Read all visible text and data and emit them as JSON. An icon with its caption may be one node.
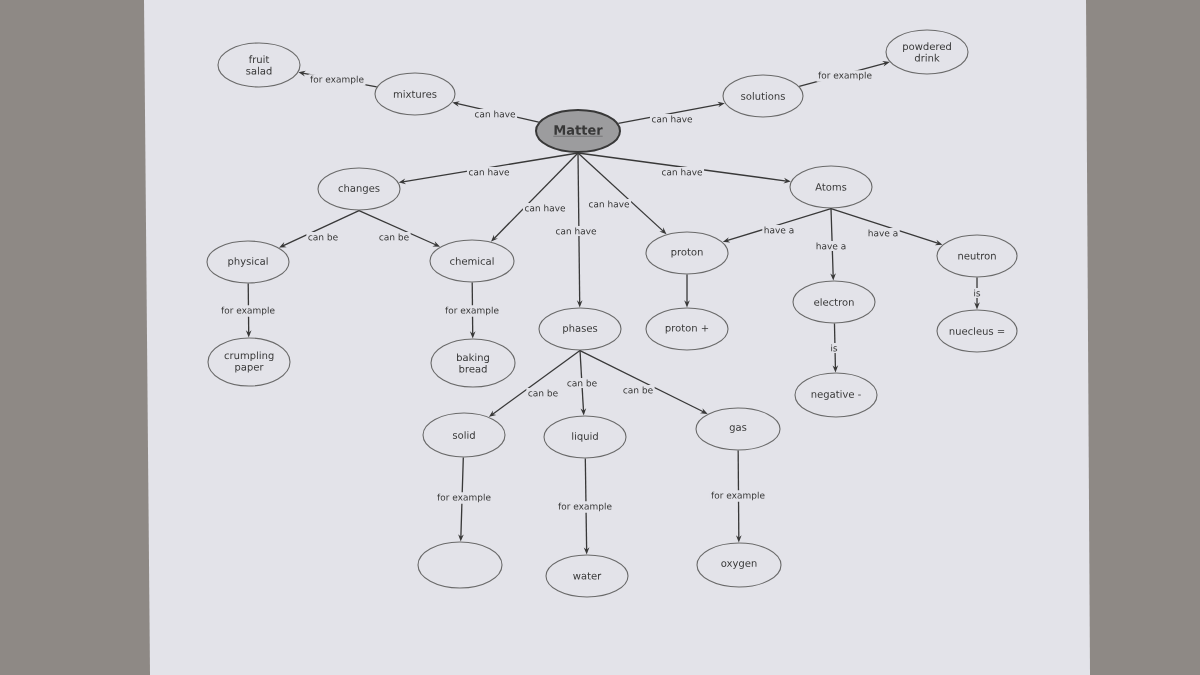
{
  "diagram": {
    "nodes": [
      {
        "text": [
          "fruit salad"
        ]
      },
      {
        "text": [
          "mixtures"
        ]
      },
      {
        "text": [
          "Matter"
        ]
      },
      {
        "text": [
          "solutions"
        ]
      },
      {
        "text": [
          "powdered drink"
        ]
      },
      {
        "text": [
          "changes"
        ]
      },
      {
        "text": [
          "Atoms"
        ]
      },
      {
        "text": [
          "physical"
        ]
      },
      {
        "text": [
          "chemical"
        ]
      },
      {
        "text": [
          "proton"
        ]
      },
      {
        "text": [
          "electron"
        ]
      },
      {
        "text": [
          "neutron"
        ]
      },
      {
        "text": [
          "phases"
        ]
      },
      {
        "text": [
          "proton +"
        ]
      },
      {
        "text": [
          "nuecleus ="
        ]
      },
      {
        "text": [
          "crumpling paper"
        ]
      },
      {
        "text": [
          "baking bread"
        ]
      },
      {
        "text": [
          "negative -"
        ]
      },
      {
        "text": [
          "solid"
        ]
      },
      {
        "text": [
          "liquid"
        ]
      },
      {
        "text": [
          "gas"
        ]
      },
      {
        "text": [],
        "shape": "ellipse"
      },
      {
        "text": [
          "water"
        ]
      },
      {
        "text": [
          "oxygen"
        ]
      }
    ],
    "edges": [
      {
        "from": 2,
        "to": 1,
        "arrow": "to",
        "label": "can have"
      },
      {
        "from": 1,
        "to": 0,
        "arrow": "to",
        "label": "for example"
      },
      {
        "from": 2,
        "to": 3,
        "arrow": "to",
        "label": "can have"
      },
      {
        "from": 3,
        "to": 4,
        "arrow": "to",
        "label": "for example"
      },
      {
        "from": 2,
        "to": 5,
        "arrow": "to",
        "label": "can have"
      },
      {
        "from": 2,
        "to": 8,
        "arrow": "to",
        "label": "can have"
      },
      {
        "from": 2,
        "to": 12,
        "arrow": "to",
        "label": "can have"
      },
      {
        "from": 2,
        "to": 9,
        "arrow": "to",
        "label": "can have"
      },
      {
        "from": 2,
        "to": 6,
        "arrow": "to",
        "label": "can have"
      },
      {
        "from": 5,
        "to": 7,
        "arrow": "to",
        "label": "can be"
      },
      {
        "from": 5,
        "to": 8,
        "arrow": "to",
        "label": "can be"
      },
      {
        "from": 7,
        "to": 15,
        "arrow": "to",
        "label": "for example"
      },
      {
        "from": 8,
        "to": 16,
        "arrow": "to",
        "label": "for example"
      },
      {
        "from": 6,
        "to": 9,
        "arrow": "to",
        "label": "have a"
      },
      {
        "from": 6,
        "to": 10,
        "arrow": "to",
        "label": "have a"
      },
      {
        "from": 6,
        "to": 11,
        "arrow": "to",
        "label": "have a"
      },
      {
        "from": 9,
        "to": 13,
        "arrow": "to"
      },
      {
        "from": 10,
        "to": 17,
        "arrow": "to",
        "label": "is"
      },
      {
        "from": 11,
        "to": 14,
        "arrow": "to",
        "label": "is"
      },
      {
        "from": 12,
        "to": 18,
        "arrow": "to",
        "label": "can be"
      },
      {
        "from": 12,
        "to": 19,
        "arrow": "to",
        "label": "can be"
      },
      {
        "from": 12,
        "to": 20,
        "arrow": "to",
        "label": "can be"
      },
      {
        "from": 18,
        "to": 21,
        "arrow": "to",
        "label": "for example"
      },
      {
        "from": 19,
        "to": 22,
        "arrow": "to",
        "label": "for example"
      },
      {
        "from": 20,
        "to": 23,
        "arrow": "to",
        "label": "for example"
      }
    ]
  }
}
